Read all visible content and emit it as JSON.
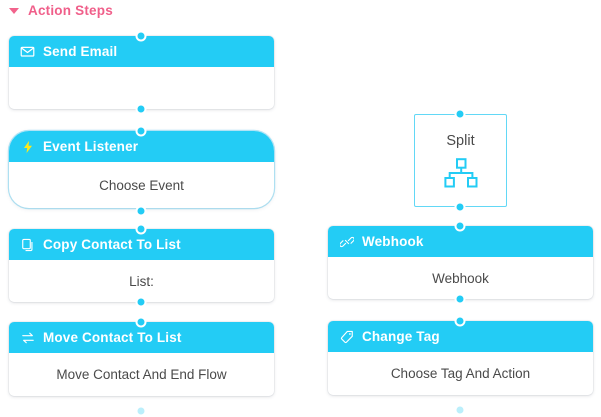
{
  "section": {
    "title": "Action Steps",
    "caret_icon": "caret-down-icon",
    "accent_color": "#f05f8a"
  },
  "theme": {
    "header_cyan": "#23ccf5",
    "body_text": "#4a4a4a",
    "bolt_yellow": "#ffe817",
    "background": "#ffffff"
  },
  "left_column": [
    {
      "id": "send-email",
      "icon": "envelope-icon",
      "title": "Send Email",
      "body": ""
    },
    {
      "id": "event-listener",
      "icon": "lightning-bolt-icon",
      "title": "Event Listener",
      "body": "Choose Event"
    },
    {
      "id": "copy-contact-to-list",
      "icon": "copy-icon",
      "title": "Copy Contact To List",
      "body": "List:"
    },
    {
      "id": "move-contact-to-list",
      "icon": "swap-arrows-icon",
      "title": "Move Contact To List",
      "body": "Move Contact And End Flow"
    }
  ],
  "right_column": {
    "split": {
      "id": "split",
      "label": "Split",
      "icon": "sitemap-icon"
    },
    "cards": [
      {
        "id": "webhook",
        "icon": "webhook-icon",
        "title": "Webhook",
        "body": "Webhook"
      },
      {
        "id": "change-tag",
        "icon": "tag-icon",
        "title": "Change Tag",
        "body": "Choose Tag And Action"
      }
    ]
  }
}
